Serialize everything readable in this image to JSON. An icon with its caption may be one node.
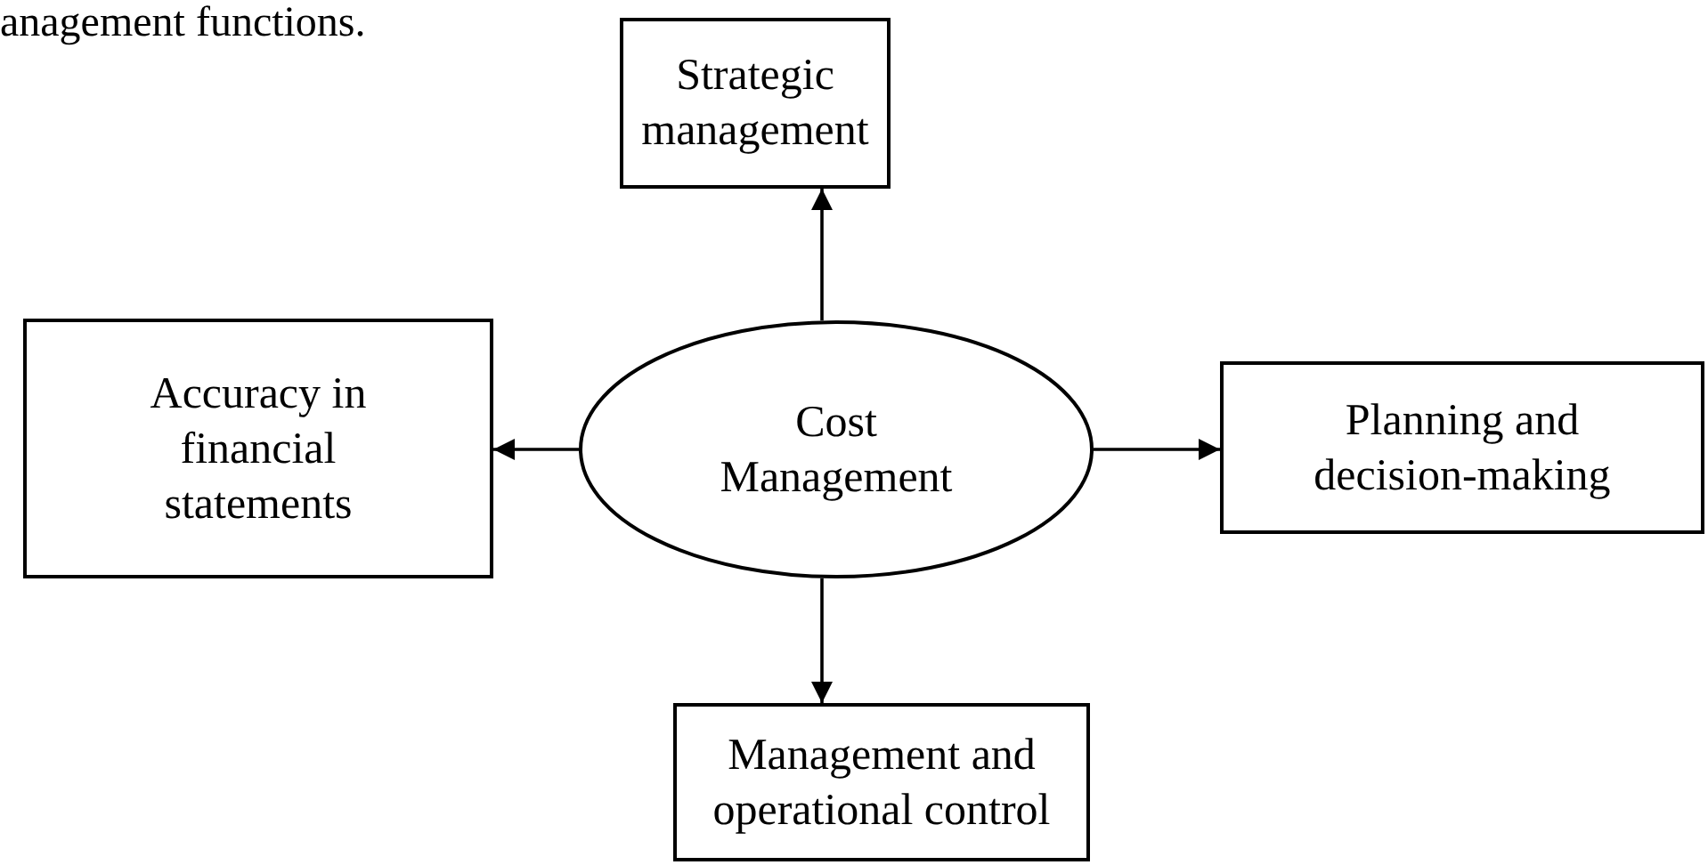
{
  "diagram": {
    "nodes": [
      {
        "text": [
          "Cost Management"
        ]
      },
      {
        "text": [
          "Strategic management"
        ]
      },
      {
        "text": [
          "Accuracy in financial statements"
        ]
      },
      {
        "text": [
          "Planning and decision-making"
        ]
      },
      {
        "text": [
          "Management and operational control"
        ]
      }
    ],
    "edges": [
      {
        "from": 0,
        "to": 1,
        "arrow": "to"
      },
      {
        "from": 0,
        "to": 2,
        "arrow": "to"
      },
      {
        "from": 0,
        "to": 3,
        "arrow": "to"
      },
      {
        "from": 0,
        "to": 4,
        "arrow": "to"
      }
    ],
    "labels": [
      "anagement functions."
    ]
  }
}
